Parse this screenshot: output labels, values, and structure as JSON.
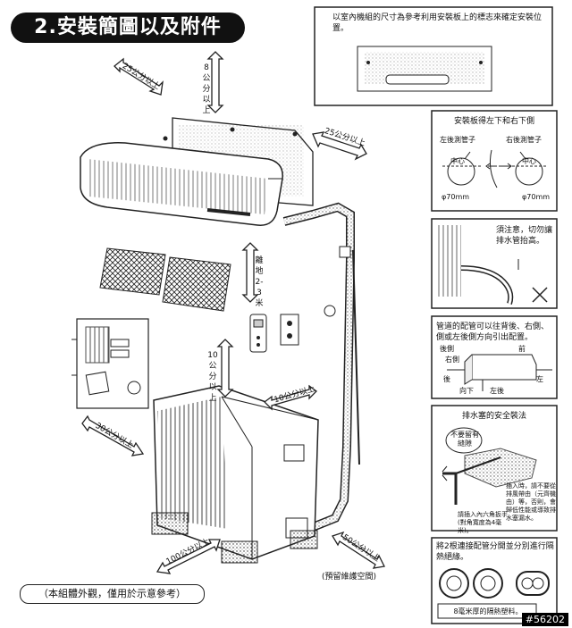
{
  "title": "2.安裝簡圖以及附件",
  "top_note": "以室內機組的尺寸為參考利用安裝板上的標志來確定安裝位置。",
  "clearances": {
    "left_25": "25公分以上",
    "top_8": "8公分以上",
    "right_25": "25公分以上",
    "floor_2_3": "離地2-3米",
    "ten_above": "10公分以上",
    "ten_right": "10公分以上",
    "thirty": "30公分以上",
    "hundred": "100公分以上",
    "fifty": "50公分以上",
    "reserve_space": "(預留維護空間)"
  },
  "panel_pipe_holes": {
    "heading": "安裝板得左下和右下側",
    "left_hole": "左後測管子",
    "right_hole": "右後測管子",
    "center_left": "中心",
    "center_right": "中心",
    "dia_left": "φ70mm",
    "dia_right": "φ70mm"
  },
  "panel_drain_note": "須注意，切勿讓排水管抬高。",
  "panel_pipe_direction": {
    "text": "管道的配管可以往背後、右側、側或左後側方向引出配置。",
    "back": "後側",
    "right_side": "右側",
    "front": "前",
    "rear": "後",
    "left": "左",
    "down": "向下",
    "left_rear": "左後"
  },
  "panel_drain_plug": {
    "heading": "排水塞的安全裝法",
    "gap_note": "不要留有縫隙",
    "insert_note": "插入時，請不要從排風帶由（元齊機由）等，否則，會歸低性能或導致排水塞漏水。",
    "hex_key_note": "請插入內六角扳手(對角寬度為4毫米)。"
  },
  "panel_insulation": {
    "heading": "將2根連接配管分開並分別進行隔熱絕緣。",
    "material_note": "8毫米厚的隔熱塑料。"
  },
  "footnote": "（本組體外觀，僅用於示意參考）",
  "serial": "#56202"
}
